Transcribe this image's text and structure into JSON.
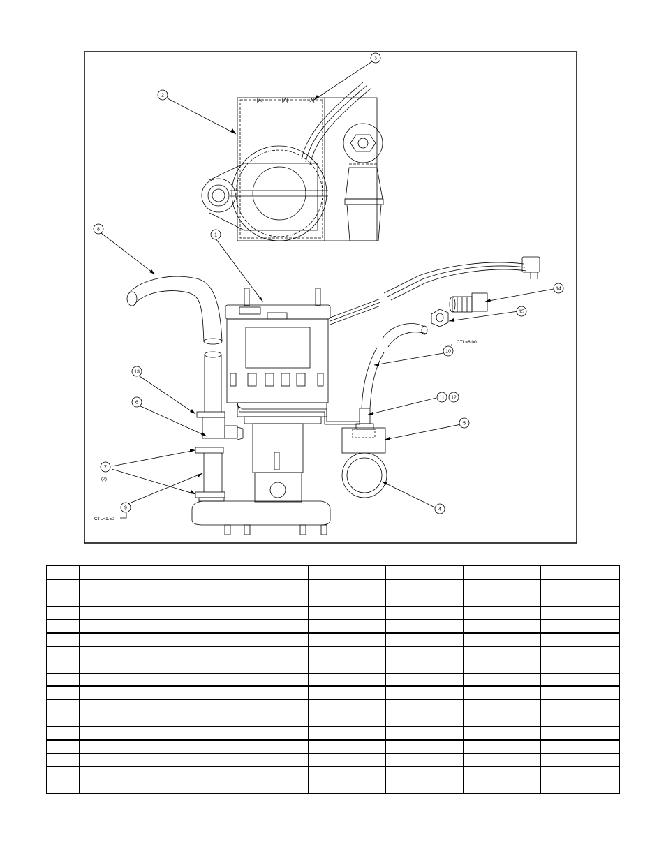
{
  "callouts": [
    {
      "id": "c1",
      "label": "1"
    },
    {
      "id": "c2",
      "label": "2"
    },
    {
      "id": "c3",
      "label": "3"
    },
    {
      "id": "c4",
      "label": "4"
    },
    {
      "id": "c5",
      "label": "5"
    },
    {
      "id": "c6",
      "label": "6"
    },
    {
      "id": "c7",
      "label": "7"
    },
    {
      "id": "c8",
      "label": "8"
    },
    {
      "id": "c9",
      "label": "9"
    },
    {
      "id": "c10",
      "label": "10"
    },
    {
      "id": "c11",
      "label": "11"
    },
    {
      "id": "c12",
      "label": "12"
    },
    {
      "id": "c13",
      "label": "13"
    },
    {
      "id": "c14",
      "label": "14"
    },
    {
      "id": "c15",
      "label": "15"
    }
  ],
  "notes": {
    "qty7": "(2)",
    "ctl_10": "CTL=8.00",
    "ctl_9": "CTL=1.50",
    "terminal_mark": "[A]"
  },
  "parts_table": {
    "rows": 17,
    "columns": 6
  }
}
